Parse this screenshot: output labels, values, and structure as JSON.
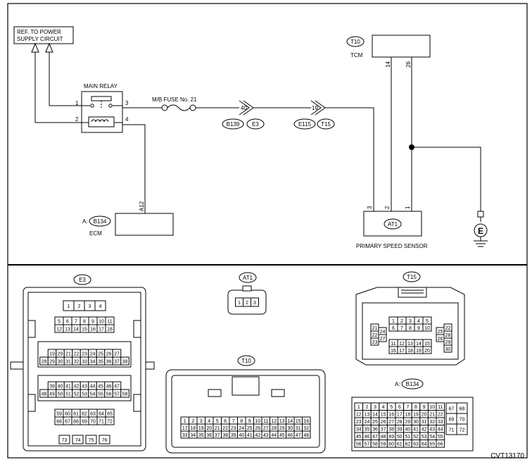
{
  "schematic": {
    "ref_box": [
      "REF. TO POWER",
      "SUPPLY CIRCUIT"
    ],
    "main_relay": "MAIN RELAY",
    "relay_pins": [
      "1",
      "2",
      "3",
      "4"
    ],
    "fuse": "M/B FUSE No. 21",
    "conn1": {
      "pin": "40",
      "left": "B139",
      "right": "E3"
    },
    "conn2": {
      "pin": "19",
      "left": "E115",
      "right": "T15"
    },
    "tcm_tag": "T10",
    "tcm": "TCM",
    "tcm_pins": [
      "14",
      "26"
    ],
    "ecm_prefix": "A:",
    "ecm_tag": "B134",
    "ecm": "ECM",
    "ecm_pin": "A12",
    "sensor_tag": "AT1",
    "sensor": "PRIMARY SPEED SENSOR",
    "sensor_pins": [
      "3",
      "2",
      "1"
    ],
    "ground": "E"
  },
  "connectors": {
    "e3": {
      "tag": "E3",
      "rows": [
        [
          "1",
          "2",
          "3",
          "4"
        ],
        [
          "5",
          "6",
          "7",
          "8",
          "9",
          "10",
          "11"
        ],
        [
          "12",
          "13",
          "14",
          "15",
          "16",
          "17",
          "18"
        ],
        [
          "19",
          "20",
          "21",
          "22",
          "23",
          "24",
          "25",
          "26",
          "27"
        ],
        [
          "28",
          "29",
          "30",
          "31",
          "32",
          "33",
          "34",
          "35",
          "36",
          "37",
          "38"
        ],
        [
          "39",
          "40",
          "41",
          "42",
          "43",
          "44",
          "45",
          "46",
          "47"
        ],
        [
          "48",
          "49",
          "50",
          "51",
          "52",
          "53",
          "54",
          "55",
          "56",
          "57",
          "58"
        ],
        [
          "59",
          "60",
          "61",
          "62",
          "63",
          "64",
          "65"
        ],
        [
          "66",
          "67",
          "68",
          "69",
          "70",
          "71",
          "72"
        ],
        [
          "73",
          "74",
          "75",
          "76"
        ]
      ]
    },
    "at1": {
      "tag": "AT1",
      "pins": [
        "1",
        "2",
        "3"
      ]
    },
    "t15": {
      "tag": "T15",
      "top": [
        [
          "1",
          "2",
          "3",
          "4",
          "5"
        ],
        [
          "6",
          "7",
          "8",
          "9",
          "10"
        ]
      ],
      "left_a": [
        "21",
        "22",
        "23"
      ],
      "left_b": [
        "24",
        "27"
      ],
      "right_a": [
        "25",
        "26"
      ],
      "right_b": [
        "22",
        "28",
        "29",
        "30"
      ],
      "mid": [
        [
          "11",
          "12",
          "13",
          "14",
          "15"
        ],
        [
          "16",
          "17",
          "18",
          "19",
          "20"
        ]
      ]
    },
    "t10": {
      "tag": "T10",
      "rows": [
        [
          "1",
          "2",
          "3",
          "4",
          "5",
          "6",
          "7",
          "8",
          "9",
          "10",
          "11",
          "12",
          "13",
          "14",
          "15",
          "16"
        ],
        [
          "17",
          "18",
          "19",
          "20",
          "21",
          "22",
          "23",
          "24",
          "25",
          "26",
          "27",
          "28",
          "29",
          "30",
          "31",
          "32"
        ],
        [
          "33",
          "34",
          "35",
          "36",
          "37",
          "38",
          "39",
          "40",
          "41",
          "42",
          "43",
          "44",
          "45",
          "46",
          "47",
          "48"
        ]
      ]
    },
    "b134": {
      "prefix": "A:",
      "tag": "B134",
      "rows": [
        [
          "1",
          "2",
          "3",
          "4",
          "5",
          "6",
          "7",
          "8",
          "9",
          "10",
          "11"
        ],
        [
          "12",
          "13",
          "14",
          "15",
          "16",
          "17",
          "18",
          "19",
          "20",
          "21",
          "22"
        ],
        [
          "23",
          "24",
          "25",
          "26",
          "27",
          "28",
          "29",
          "30",
          "31",
          "32",
          "33"
        ],
        [
          "34",
          "35",
          "36",
          "37",
          "38",
          "39",
          "40",
          "41",
          "42",
          "43",
          "44"
        ],
        [
          "45",
          "46",
          "47",
          "48",
          "49",
          "50",
          "51",
          "52",
          "53",
          "54",
          "55"
        ],
        [
          "56",
          "57",
          "58",
          "59",
          "60",
          "61",
          "62",
          "63",
          "64",
          "65",
          "66"
        ]
      ],
      "side": [
        [
          "67",
          "68"
        ],
        [
          "69",
          "70"
        ],
        [
          "71",
          "72"
        ]
      ]
    }
  },
  "code": "CVT13170"
}
